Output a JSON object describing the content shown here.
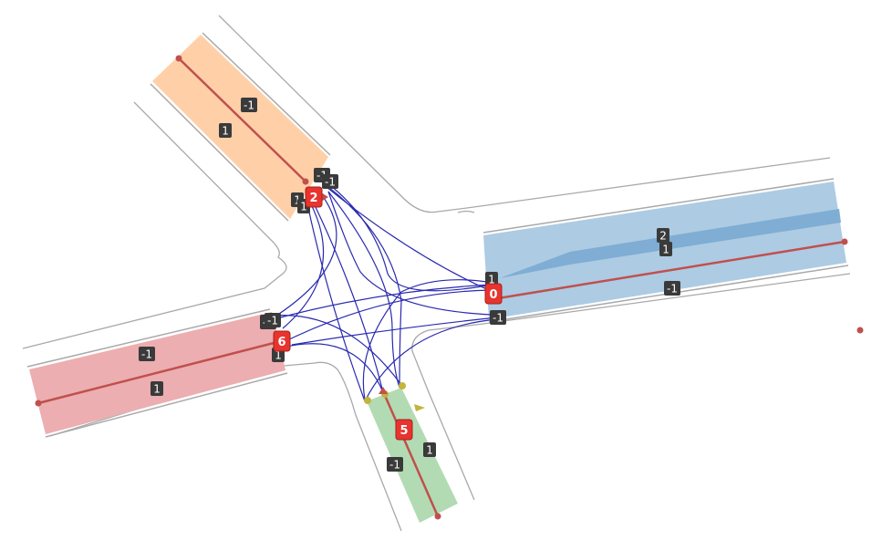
{
  "road_ids": {
    "r0": "0",
    "r2": "2",
    "r5": "5",
    "r6": "6"
  },
  "lane_labels": {
    "a": "-1",
    "b": "1",
    "c": "-1",
    "d": "-1",
    "e": "1",
    "f": "1",
    "g": "2",
    "h": "1",
    "i": "-1",
    "j": "1",
    "k": "-1",
    "l": "-1",
    "m": "1",
    "n": "-1",
    "o": "-1",
    "p": "1",
    "q": "1",
    "r": "-1"
  },
  "colors": {
    "north_road": "#ffd0a8",
    "east_road": "#adcbe3",
    "east_lane_accent": "#7fadd3",
    "west_road": "#ecaeb0",
    "south_road": "#b2dbb4",
    "reference_line": "#c0504d",
    "connection_curve": "#2a2ab0",
    "curb": "#a9a9a9",
    "lane_label_bg": "#3a3a3a",
    "road_id_bg": "#e8332f",
    "contact_point": "#c3b43a"
  }
}
